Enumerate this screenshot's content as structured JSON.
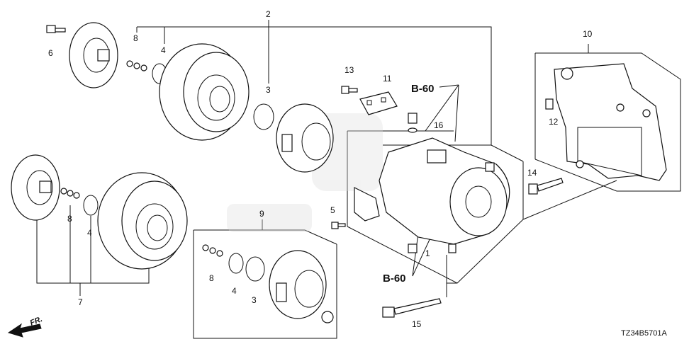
{
  "diagram": {
    "callouts": [
      {
        "id": "c2",
        "text": "2"
      },
      {
        "id": "c3a",
        "text": "3"
      },
      {
        "id": "c3b",
        "text": "3"
      },
      {
        "id": "c4a",
        "text": "4"
      },
      {
        "id": "c4b",
        "text": "4"
      },
      {
        "id": "c4c",
        "text": "4"
      },
      {
        "id": "c6",
        "text": "6"
      },
      {
        "id": "c7",
        "text": "7"
      },
      {
        "id": "c8a",
        "text": "8"
      },
      {
        "id": "c8b",
        "text": "8"
      },
      {
        "id": "c8c",
        "text": "8"
      },
      {
        "id": "c9",
        "text": "9"
      },
      {
        "id": "c1",
        "text": "1"
      },
      {
        "id": "c5",
        "text": "5"
      },
      {
        "id": "c10",
        "text": "10"
      },
      {
        "id": "c11",
        "text": "11"
      },
      {
        "id": "c12",
        "text": "12"
      },
      {
        "id": "c13",
        "text": "13"
      },
      {
        "id": "c14",
        "text": "14"
      },
      {
        "id": "c15",
        "text": "15"
      },
      {
        "id": "c16",
        "text": "16"
      }
    ],
    "references": {
      "top": "B-60",
      "bottom": "B-60"
    },
    "direction_label": "FR.",
    "diagram_code": "TZ34B5701A"
  }
}
